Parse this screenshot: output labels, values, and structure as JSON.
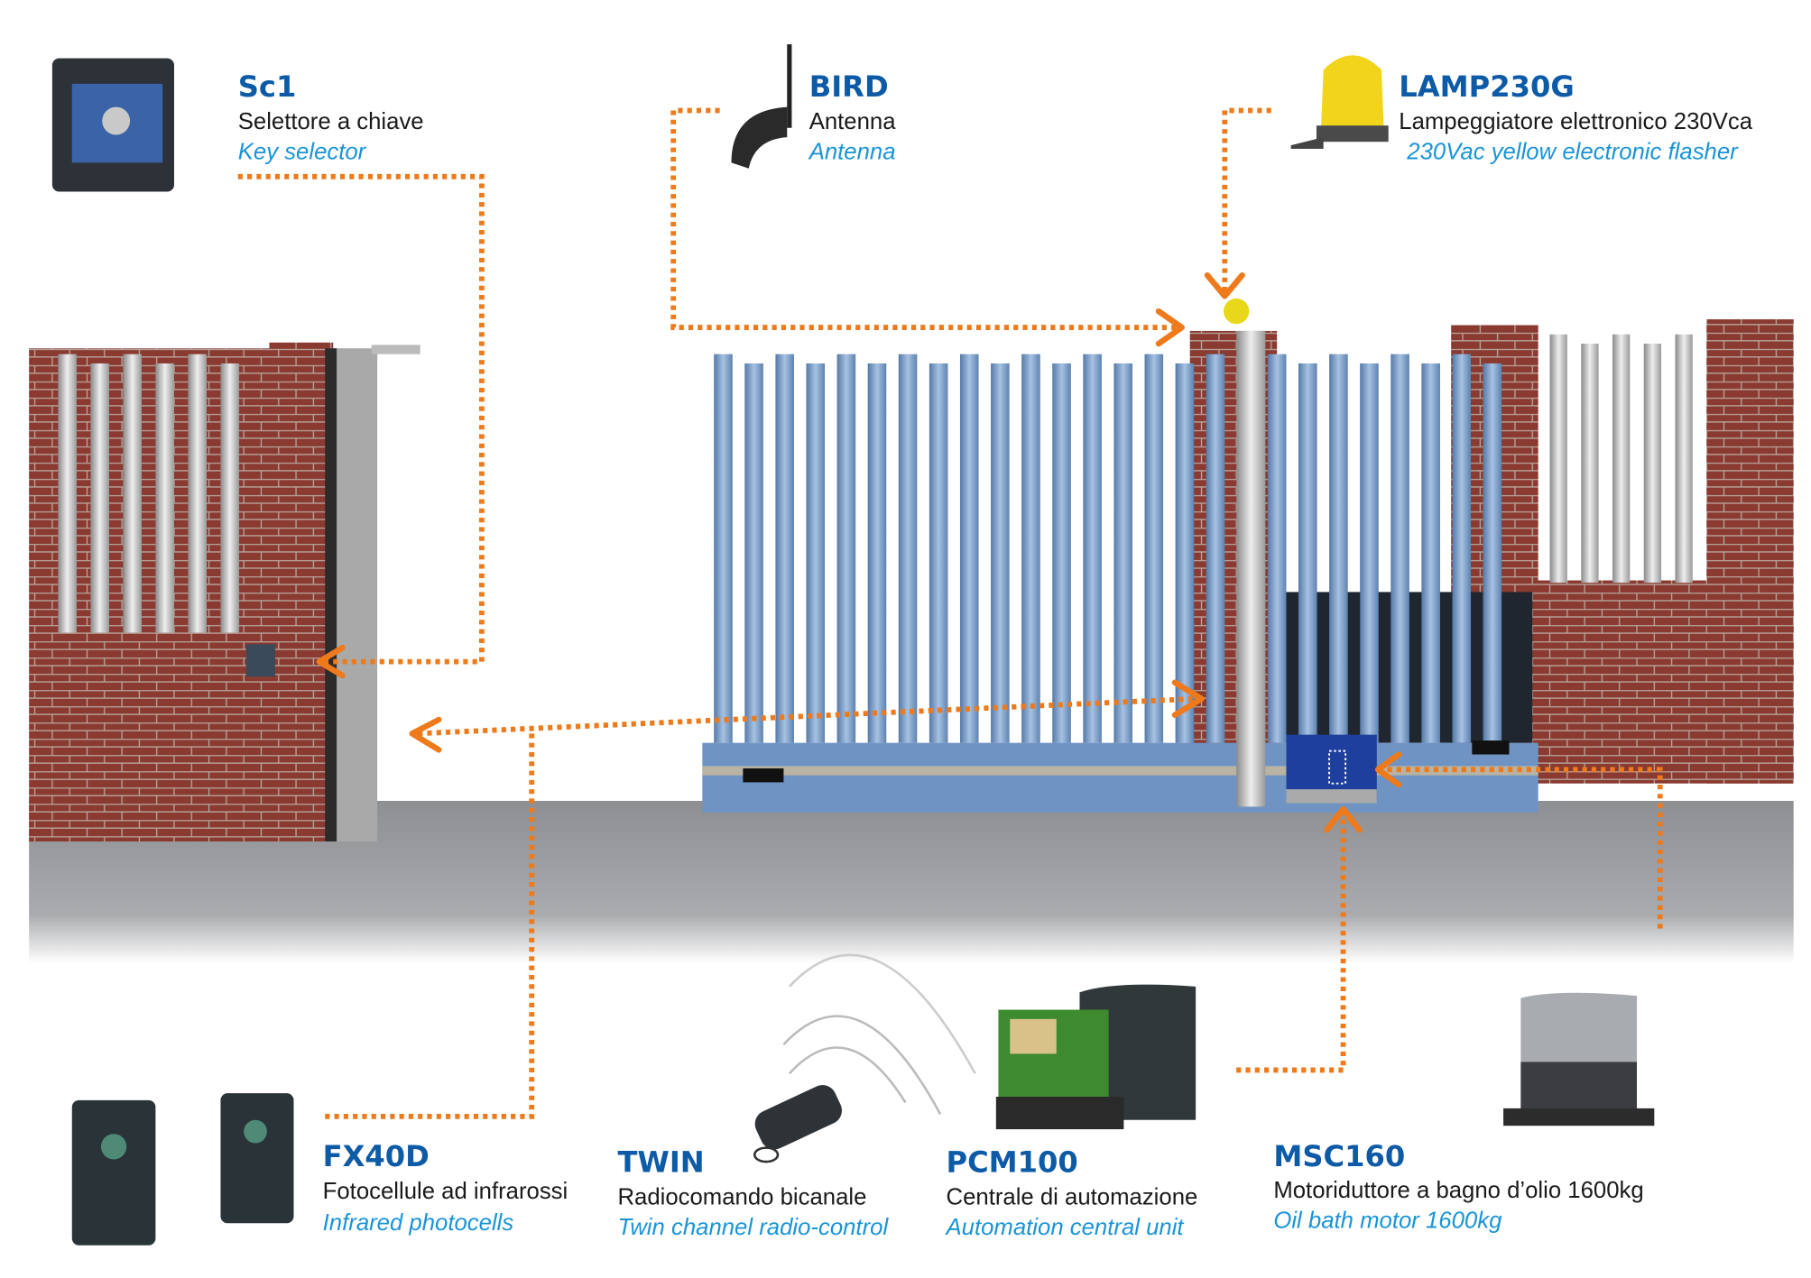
{
  "colors": {
    "accent_line": "#ee7a1b",
    "title": "#0d5aa7",
    "english": "#1a94d6",
    "brick": "#8a3a30",
    "gate": "#7c9fc9"
  },
  "products": [
    {
      "code": "Sc1",
      "italian": "Selettore a chiave",
      "english": "Key selector",
      "icon": "key-selector-icon"
    },
    {
      "code": "BIRD",
      "italian": "Antenna",
      "english": "Antenna",
      "icon": "antenna-icon"
    },
    {
      "code": "LAMP230G",
      "italian": "Lampeggiatore elettronico 230Vca",
      "english": "230Vac yellow electronic flasher",
      "icon": "flasher-lamp-icon"
    },
    {
      "code": "FX40D",
      "italian": "Fotocellule ad infrarossi",
      "english": "Infrared photocells",
      "icon": "photocell-icon"
    },
    {
      "code": "TWIN",
      "italian": "Radiocomando bicanale",
      "english": "Twin channel radio-control",
      "icon": "remote-control-icon"
    },
    {
      "code": "PCM100",
      "italian": "Centrale di automazione",
      "english": "Automation central unit",
      "icon": "control-unit-icon"
    },
    {
      "code": "MSC160",
      "italian": "Motoriduttore a bagno d’olio 1600kg",
      "english": "Oil bath motor 1600kg",
      "icon": "gear-motor-icon"
    }
  ]
}
